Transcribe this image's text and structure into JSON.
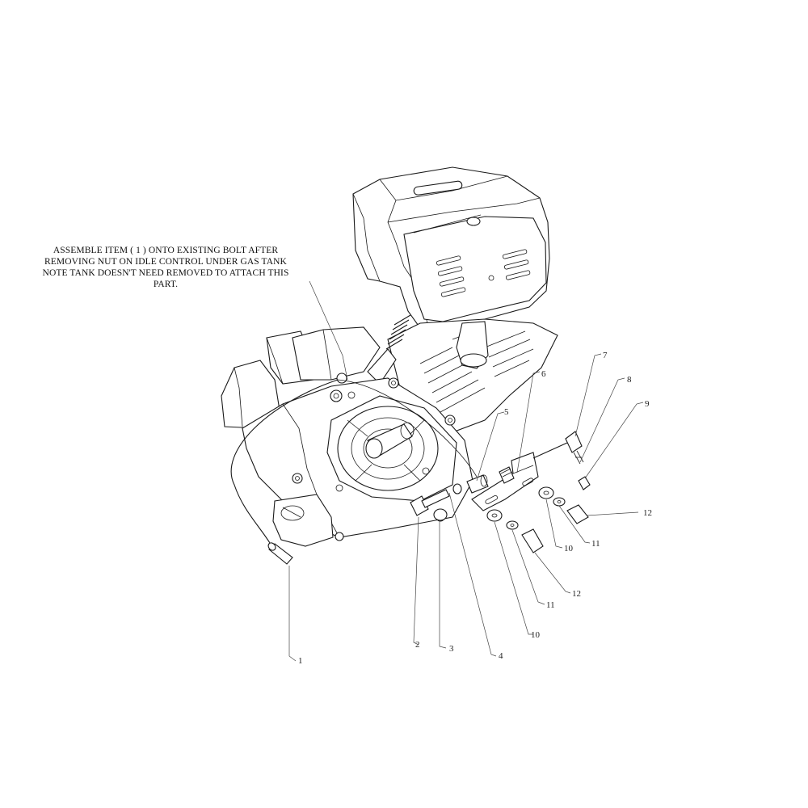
{
  "note": {
    "lines": [
      "ASSEMBLE ITEM ( 1 ) ONTO EXISTING BOLT AFTER",
      "REMOVING NUT ON IDLE CONTROL UNDER GAS TANK",
      "NOTE TANK DOESN'T NEED REMOVED TO ATTACH THIS",
      "PART."
    ]
  },
  "callouts": {
    "c1": "1",
    "c2": "2",
    "c3": "3",
    "c4": "4",
    "c5": "5",
    "c6": "6",
    "c7": "7",
    "c8": "8",
    "c9": "9",
    "c10a": "10",
    "c10b": "10",
    "c11a": "11",
    "c11b": "11",
    "c12a": "12",
    "c12b": "12"
  }
}
